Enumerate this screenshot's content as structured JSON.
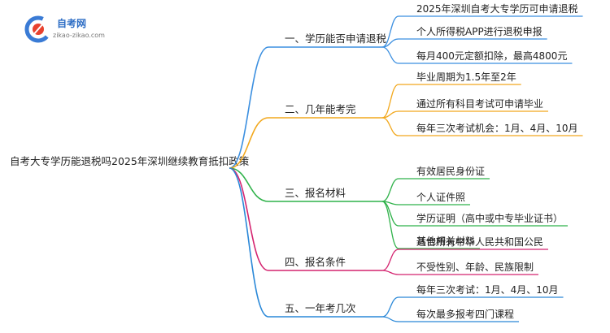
{
  "logo": {
    "title": "自考网",
    "subtitle": "zikao-zikao.com"
  },
  "mindmap": {
    "root": "自考大专学历能退税吗2025年深圳继续教育抵扣政策",
    "branches": [
      {
        "label": "一、学历能否申请退税",
        "color": "#3b8fe0",
        "children": [
          "2025年深圳自考大专学历可申请退税",
          "个人所得税APP进行退税申报",
          "每月400元定额扣除，最高4800元"
        ]
      },
      {
        "label": "二、几年能考完",
        "color": "#f2a81d",
        "children": [
          "毕业周期为1.5年至2年",
          "通过所有科目考试可申请毕业",
          "每年三次考试机会：1月、4月、10月"
        ]
      },
      {
        "label": "三、报名材料",
        "color": "#2fb24a",
        "children": [
          "有效居民身份证",
          "个人证件照",
          "学历证明（高中或中专毕业证书）",
          "其他相关材料"
        ]
      },
      {
        "label": "四、报名条件",
        "color": "#d4236f",
        "children": [
          "适合所有中华人民共和国公民",
          "不受性别、年龄、民族限制"
        ]
      },
      {
        "label": "五、一年考几次",
        "color": "#2a88d8",
        "children": [
          "每年三次考试：1月、4月、10月",
          "每次最多报考四门课程"
        ]
      }
    ]
  }
}
